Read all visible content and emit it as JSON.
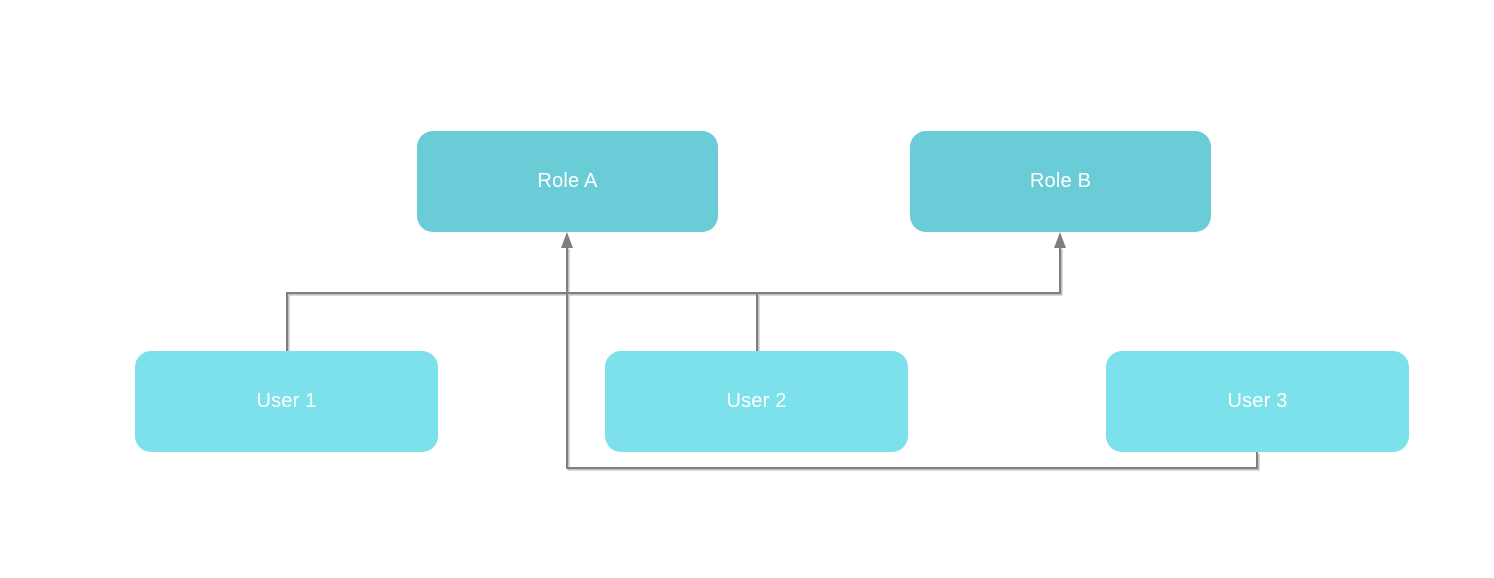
{
  "diagram": {
    "type": "role-assignment-diagram",
    "background_color": "#ffffff",
    "nodes": [
      {
        "id": "role-a",
        "label": "Role A",
        "kind": "role",
        "fill": "#69ccd6",
        "text_color": "#ffffff"
      },
      {
        "id": "role-b",
        "label": "Role B",
        "kind": "role",
        "fill": "#69ccd6",
        "text_color": "#ffffff"
      },
      {
        "id": "user-1",
        "label": "User 1",
        "kind": "user",
        "fill": "#7ce1eb",
        "text_color": "#ffffff"
      },
      {
        "id": "user-2",
        "label": "User 2",
        "kind": "user",
        "fill": "#7ce1eb",
        "text_color": "#ffffff"
      },
      {
        "id": "user-3",
        "label": "User 3",
        "kind": "user",
        "fill": "#7ce1eb",
        "text_color": "#ffffff"
      }
    ],
    "edges": [
      {
        "from": "User 1",
        "to": "Role B",
        "routing": "orthogonal",
        "arrowhead_at": "Role B"
      },
      {
        "from": "User 2",
        "to": "Role B",
        "routing": "orthogonal",
        "arrowhead_at": "Role B"
      },
      {
        "from": "User 3",
        "to": "Role A",
        "routing": "orthogonal",
        "arrowhead_at": "Role A"
      }
    ],
    "connector_color": "#7f7f7f"
  }
}
